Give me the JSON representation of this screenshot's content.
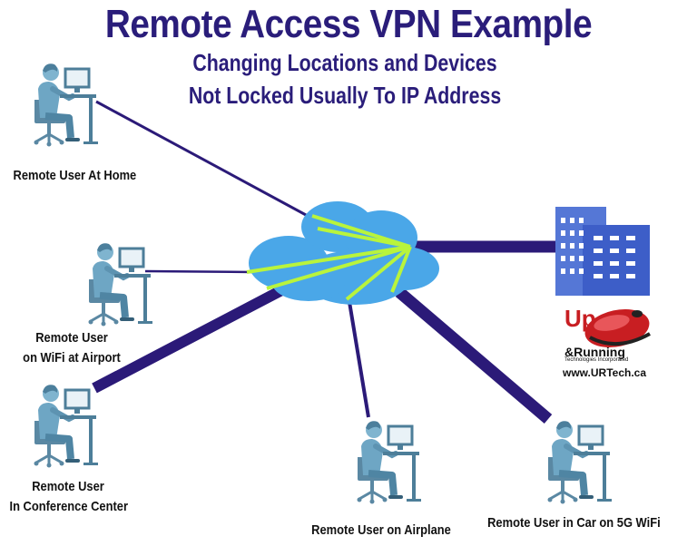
{
  "title": "Remote Access VPN Example",
  "subtitle_line1": "Changing Locations and Devices",
  "subtitle_line2": "Not Locked Usually To IP Address",
  "users": {
    "home": "Remote User At Home",
    "wifi_line1": "Remote User",
    "wifi_line2": "on WiFi at Airport",
    "conference_line1": "Remote User",
    "conference_line2": "In Conference Center",
    "airplane": "Remote User on Airplane",
    "car": "Remote User in Car on 5G WiFi"
  },
  "logo": {
    "up": "Up",
    "running": "&Running",
    "tagline": "Technologies Incorporated",
    "website": "www.URTech.ca"
  },
  "colors": {
    "title": "#2a1d7a",
    "link": "#2b1a78",
    "tunnel": "#b9f43c",
    "cloud": "#4aa7e8",
    "building": "#5577d6",
    "user": "#6ea6c4"
  }
}
